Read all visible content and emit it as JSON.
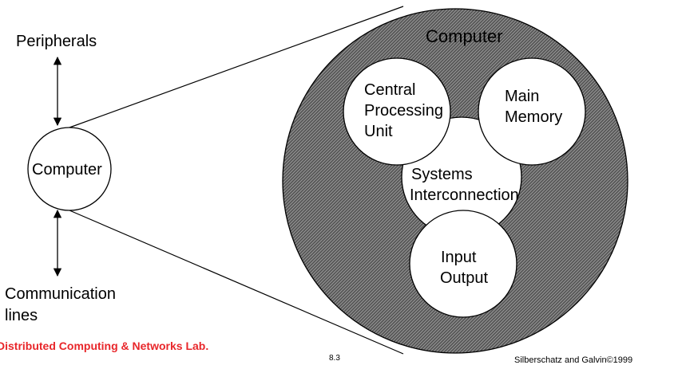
{
  "diagram": {
    "peripherals_label": "Peripherals",
    "small_computer_label": "Computer",
    "communication_label_line1": "Communication",
    "communication_label_line2": "lines",
    "big_computer_label": "Computer",
    "cpu_label_line1": "Central",
    "cpu_label_line2": "Processing",
    "cpu_label_line3": "Unit",
    "memory_label_line1": "Main",
    "memory_label_line2": "Memory",
    "systems_label_line1": "Systems",
    "systems_label_line2": "Interconnection",
    "io_label_line1": "Input",
    "io_label_line2": "Output"
  },
  "footer": {
    "lab_text": "Distributed Computing & Networks Lab.",
    "page_number": "8.3",
    "credit": "Silberschatz and Galvin©1999"
  },
  "colors": {
    "lab_text": "#e8262a",
    "big_circle_fill": "#555555",
    "hatch_light": "#9a9a9a"
  }
}
